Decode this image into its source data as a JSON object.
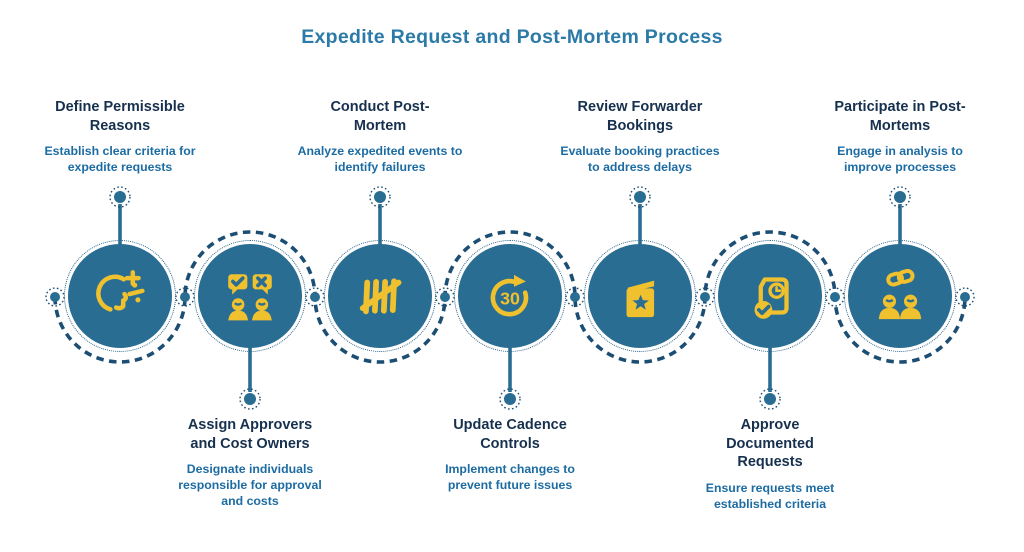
{
  "title": "Expedite Request and Post-Mortem Process",
  "steps": [
    {
      "title": "Define Permissible\nReasons",
      "description": "Establish clear criteria for\nexpedite requests",
      "icon": "head-sparkle-icon",
      "position": "top"
    },
    {
      "title": "Assign Approvers\nand Cost Owners",
      "description": "Designate individuals\nresponsible for approval\nand costs",
      "icon": "people-decision-icon",
      "position": "bottom"
    },
    {
      "title": "Conduct Post-\nMortem",
      "description": "Analyze expedited events to\nidentify failures",
      "icon": "tally-marks-icon",
      "position": "top"
    },
    {
      "title": "Update Cadence\nControls",
      "description": "Implement changes to\nprevent future issues",
      "icon": "cycle-30-icon",
      "icon_text": "30",
      "position": "bottom"
    },
    {
      "title": "Review Forwarder\nBookings",
      "description": "Evaluate booking practices\nto address delays",
      "icon": "booklet-star-icon",
      "position": "top"
    },
    {
      "title": "Approve\nDocumented\nRequests",
      "description": "Ensure requests meet\nestablished criteria",
      "icon": "approved-document-icon",
      "position": "bottom"
    },
    {
      "title": "Participate in Post-\nMortems",
      "description": "Engage in analysis to\nimprove processes",
      "icon": "linked-people-icon",
      "position": "top"
    }
  ],
  "colors": {
    "circle_fill": "#2a6d92",
    "icon_yellow": "#f0c12f",
    "dash_line": "#1c4e74",
    "heading": "#2b7aa7",
    "step_title": "#16304e",
    "step_description": "#1c6ca3",
    "background": "#ffffff"
  }
}
